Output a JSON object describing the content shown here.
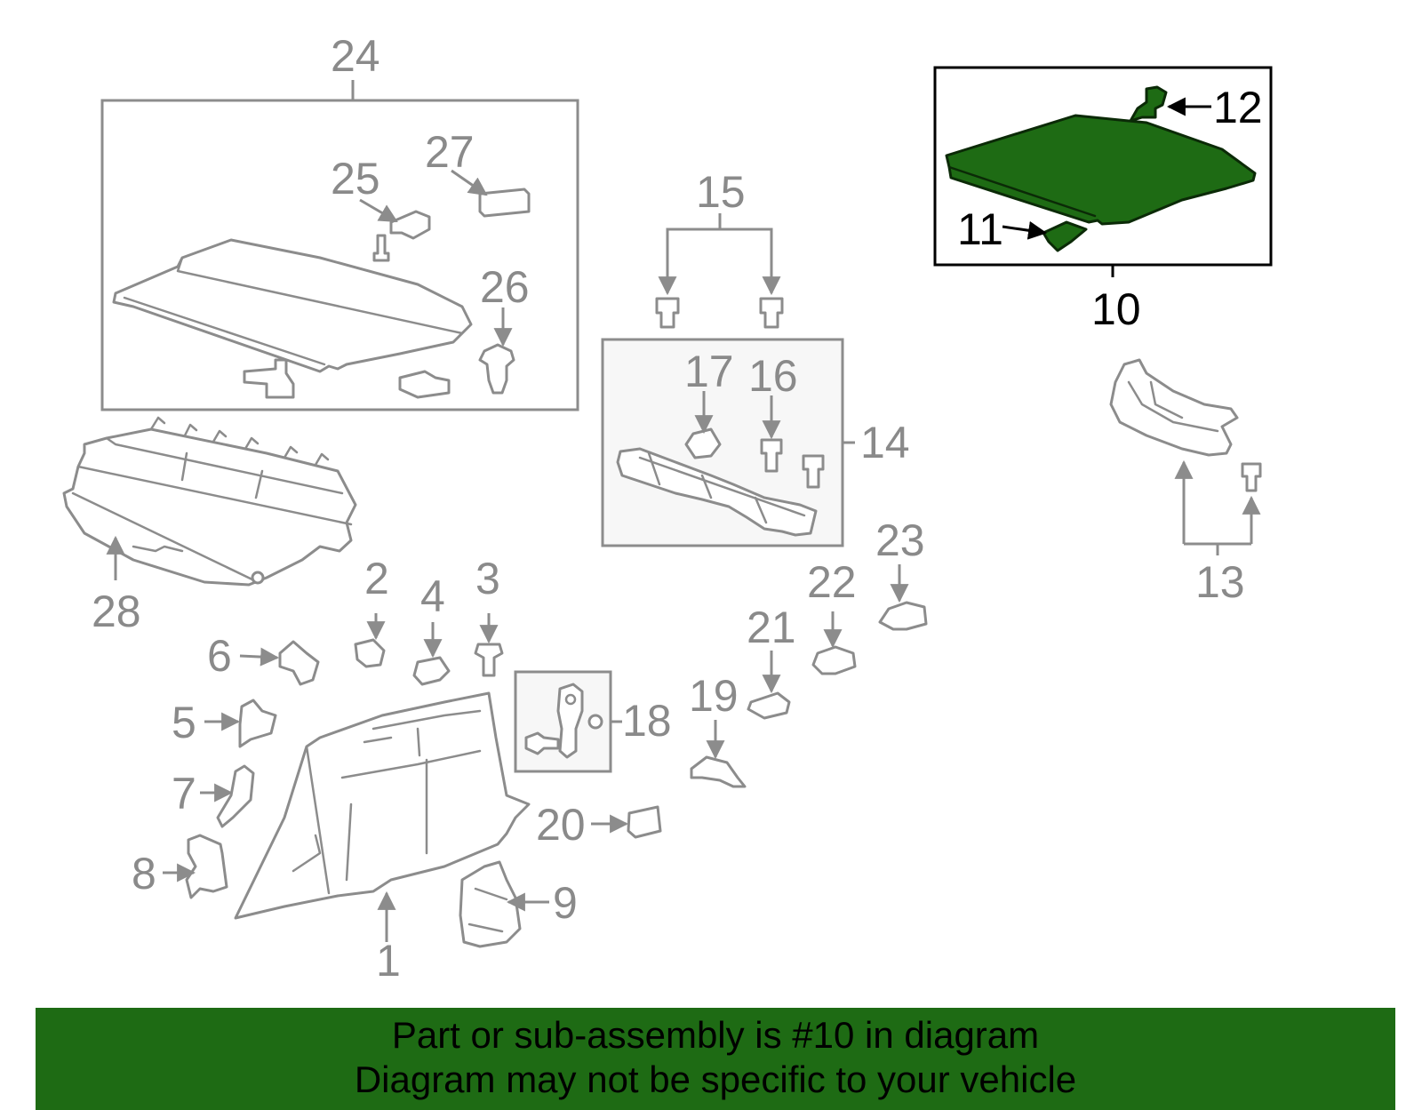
{
  "colors": {
    "highlight": "#1e6b14",
    "line_gray": "#8c8c8c",
    "label_gray": "#8a8a8a",
    "banner_bg": "#1e6b14"
  },
  "callouts": {
    "c1": "1",
    "c2": "2",
    "c3": "3",
    "c4": "4",
    "c5": "5",
    "c6": "6",
    "c7": "7",
    "c8": "8",
    "c9": "9",
    "c10": "10",
    "c11": "11",
    "c12": "12",
    "c13": "13",
    "c14": "14",
    "c15": "15",
    "c16": "16",
    "c17": "17",
    "c18": "18",
    "c19": "19",
    "c20": "20",
    "c21": "21",
    "c22": "22",
    "c23": "23",
    "c24": "24",
    "c25": "25",
    "c26": "26",
    "c27": "27",
    "c28": "28"
  },
  "banner": {
    "line1": "Part or sub-assembly is #10 in diagram",
    "line2": "Diagram may not be specific to your vehicle"
  }
}
